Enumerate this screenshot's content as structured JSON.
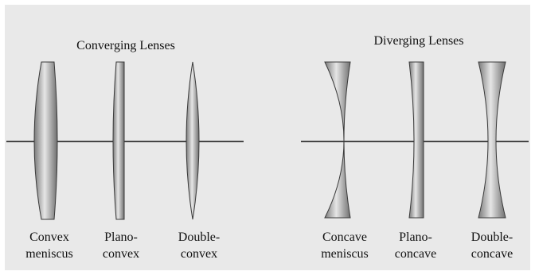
{
  "colors": {
    "background": "#e9e9e9",
    "border": "#ffffff",
    "axis": "#111111",
    "lens_light": "#e6e6e6",
    "lens_dark": "#6f6f6f",
    "lens_edge": "#3a3a3a"
  },
  "converging": {
    "title": "Converging Lenses",
    "lenses": [
      {
        "label_line1": "Convex",
        "label_line2": "meniscus"
      },
      {
        "label_line1": "Plano-",
        "label_line2": "convex"
      },
      {
        "label_line1": "Double-",
        "label_line2": "convex"
      }
    ]
  },
  "diverging": {
    "title": "Diverging Lenses",
    "lenses": [
      {
        "label_line1": "Concave",
        "label_line2": "meniscus"
      },
      {
        "label_line1": "Plano-",
        "label_line2": "concave"
      },
      {
        "label_line1": "Double-",
        "label_line2": "concave"
      }
    ]
  }
}
